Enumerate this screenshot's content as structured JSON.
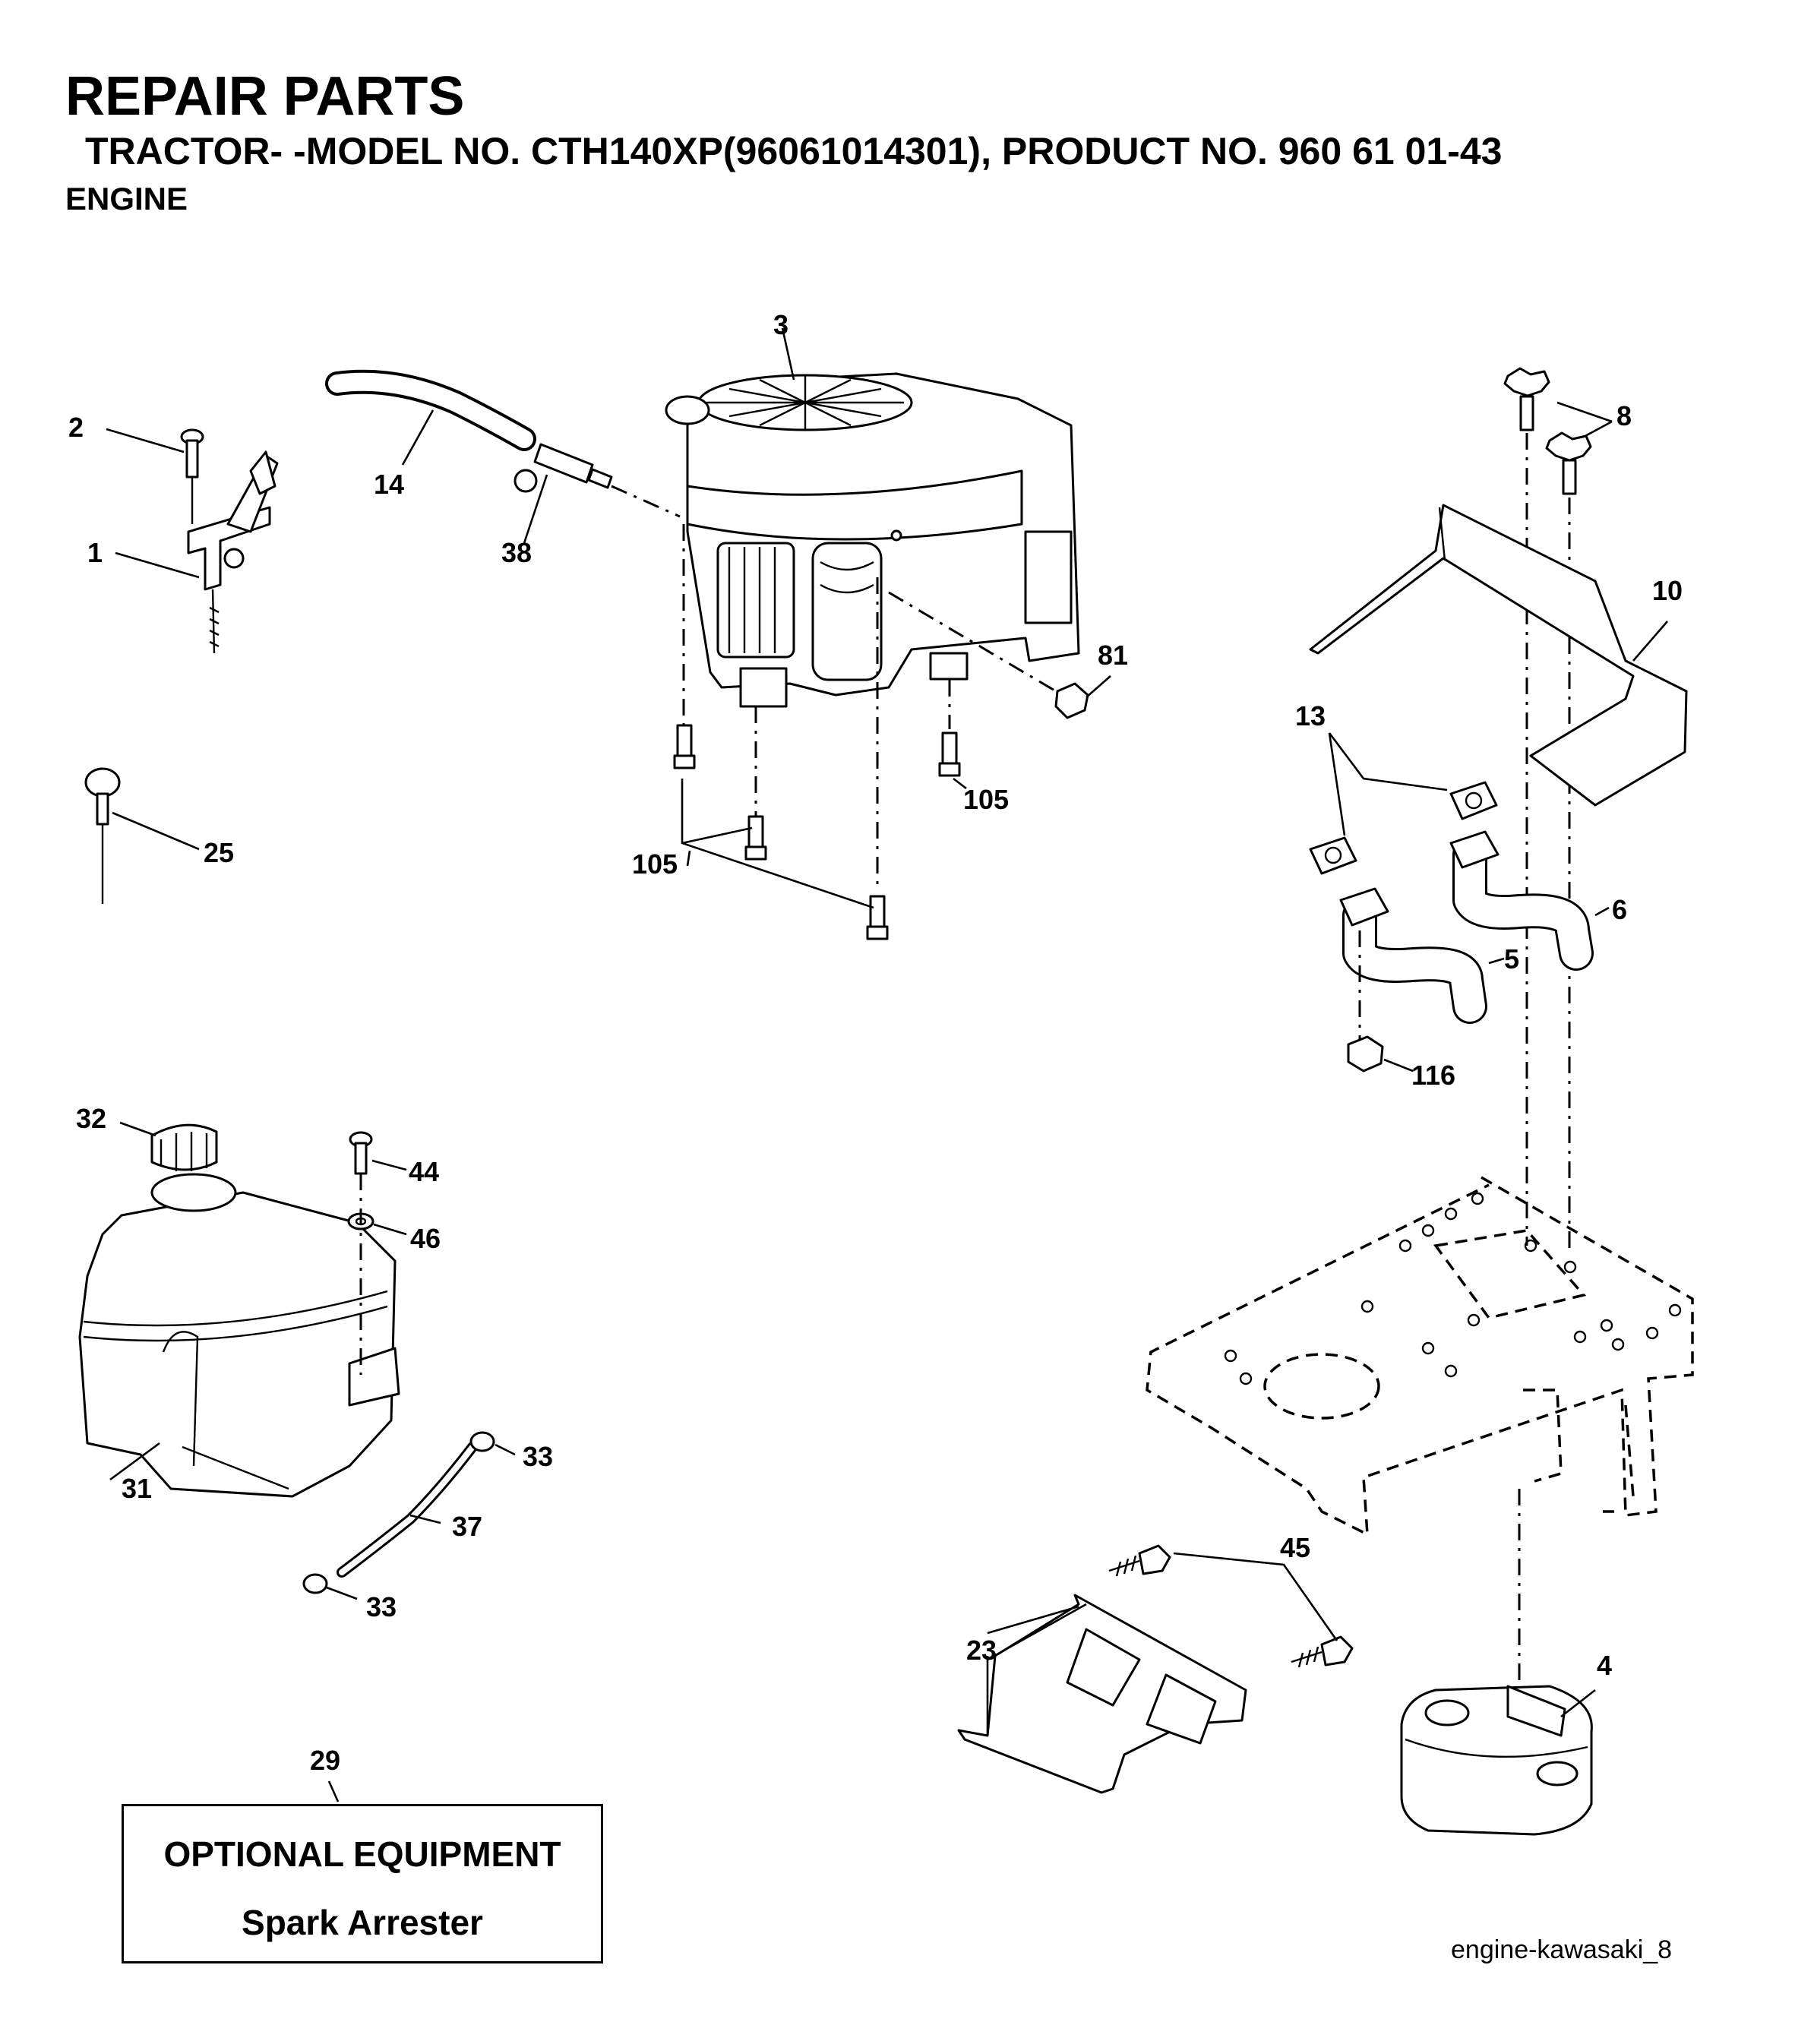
{
  "header": {
    "title": "REPAIR PARTS",
    "model_line": "TRACTOR- -MODEL NO. CTH140XP(96061014301), PRODUCT NO. 960 61 01-43",
    "section": "ENGINE"
  },
  "callouts": {
    "c1": "1",
    "c2": "2",
    "c3": "3",
    "c4": "4",
    "c5": "5",
    "c6": "6",
    "c8": "8",
    "c10": "10",
    "c13": "13",
    "c14": "14",
    "c23": "23",
    "c25": "25",
    "c29": "29",
    "c31": "31",
    "c32": "32",
    "c33a": "33",
    "c33b": "33",
    "c37": "37",
    "c38": "38",
    "c44": "44",
    "c45": "45",
    "c46": "46",
    "c81": "81",
    "c105a": "105",
    "c105b": "105",
    "c116": "116"
  },
  "optional_equipment": {
    "title": "OPTIONAL EQUIPMENT",
    "item": "Spark Arrester"
  },
  "reference_code": "engine-kawasaki_8",
  "icons": {
    "engine": "engine-icon",
    "fuel_tank": "fuel-tank-icon",
    "muffler": "muffler-icon",
    "heat_shield": "heat-shield-icon",
    "mounting_plate": "engine-mount-plate-icon"
  }
}
